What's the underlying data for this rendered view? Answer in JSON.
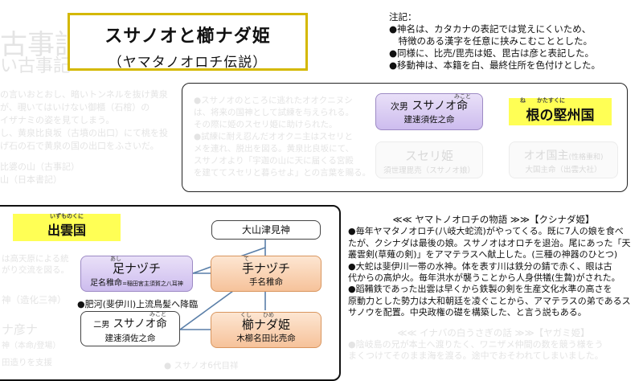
{
  "title": {
    "main": "スサノオと櫛ナダ姫",
    "sub": "（ヤマタノオロチ伝説）"
  },
  "notes": {
    "heading": "注記：",
    "lines": [
      "●神名は、カタカナの表記では覚えにくいため、",
      "　特徴のある漢字を任意に挟みこむこととした。",
      "●同様に、比売/毘売は姫、毘古は彦と表記した。",
      "●移動神は、本籍を白、最終住所を色付けとした。"
    ]
  },
  "bg_left": {
    "title": "古事記",
    "sub": "い古事記",
    "lines": [
      "の言いおとおし、暗いトンネルを抜け黄泉",
      "が、覗いてはいけない御櫃（石棺）の",
      "イザナミの姿を見てしまう。",
      "し、黄泉比良坂（古墳の出口）にて桃を投",
      "げ石の石で黄泉の国の出口をふさいだ。",
      "比婆の山（古事記）",
      "山（日本書記）"
    ]
  },
  "upper": {
    "faded_text": [
      "●スサノオのところに逃れたオオクニヌシ",
      "は、将来の国神として試練を与えられる。",
      "その際に姫のスセリ姫に助けられた。",
      "●試練に耐え忍んだオオクニ主はスセリと",
      "メを連れ、脱出を図る。黄泉比良坂にて、",
      "スサノオより「宇迦の山に天に届くる宮殿",
      "を建ててスセリと暮らせよ」との言葉を賜る。"
    ],
    "susanoo": {
      "prefix": "次男",
      "name": "スサノオ命",
      "ruby": "みこと",
      "kanji": "建速須佐之命"
    },
    "ne_label": {
      "text": "根の堅州国",
      "ruby_ne": "ね",
      "ruby_rest": "かたすくに"
    },
    "faded_nodes": [
      {
        "name": "スセリ姫",
        "sub": "須世理毘売（スサノオ娘）"
      },
      {
        "name": "オオ国主",
        "suffix": "(性格重和)",
        "sub": "大国主命（出雲大社）"
      }
    ]
  },
  "lower": {
    "izumo": {
      "text": "出雲国",
      "ruby": "いずものくに"
    },
    "faded_text": [
      "は高天原による統",
      "がり交流を図る。"
    ],
    "faded_nodes": [
      "神（造化三神）",
      "ナ彦ナ",
      "神（本命/登場）",
      "田造りを支援"
    ],
    "ooyama": "大山津見神",
    "ashinazuchi": {
      "name": "足ナヅチ",
      "ruby": "あし",
      "sub": "足名稚命",
      "sub_small": "=稲田宮主須賀之八耳神"
    },
    "tenazuchi": {
      "name": "手ナヅチ",
      "ruby": "て",
      "sub": "手名稚命"
    },
    "kushinada": {
      "name": "櫛ナダ姫",
      "ruby": "くし",
      "ruby2": "ひめ",
      "sub": "木櫛名田比売命"
    },
    "susanoo2": {
      "prefix": "二男",
      "name": "スサノオ命",
      "ruby": "みこと",
      "sub": "建速須佐之命"
    },
    "river_note": "●肥河(斐伊川)上流鳥髪へ降臨",
    "bottom_faded": "● スサノオ6代目祥"
  },
  "story": {
    "heading": "≪≪ ヤマトノオロチの物語 ≫≫【クシナダ姫】",
    "lines": [
      "●毎年ヤマタノオロチ(八岐大蛇流)がやってくる。既に7人の娘を食べ",
      "たが、クシナダは最後の娘。スサノオはオロチを退治。尾にあった「天",
      "叢雲剣(草薙の剣)」をアマテラスへ献上した。(三種の神器のひとつ)",
      "●大蛇は斐伊川一帯の水神。体を表す川は鉄分の錆で赤く、眼は古",
      "代からの高炉火。毎年洪水が襲うことから人身供犠(生贄)がされた。",
      "●蹈鞴鉄であった出雲は早くから鉄製の剣を生産文化水準の高さを",
      "原動力とした勢力は大和朝廷を凌ぐことから、アマテラスの弟であるス",
      "サノウを配置。中央政権の礎を構築した、と言う説もある。"
    ],
    "faded_heading": "≪≪ イナバの白うさぎの話 ≫≫【ヤガミ姫】",
    "faded_lines": [
      "●陰岐島の兄が本土へ渡りたく、ワニザメ仲間の数を競う様をう",
      "まくつけてそのまま海を渡る。途中でおそわれてしまいました。"
    ]
  }
}
